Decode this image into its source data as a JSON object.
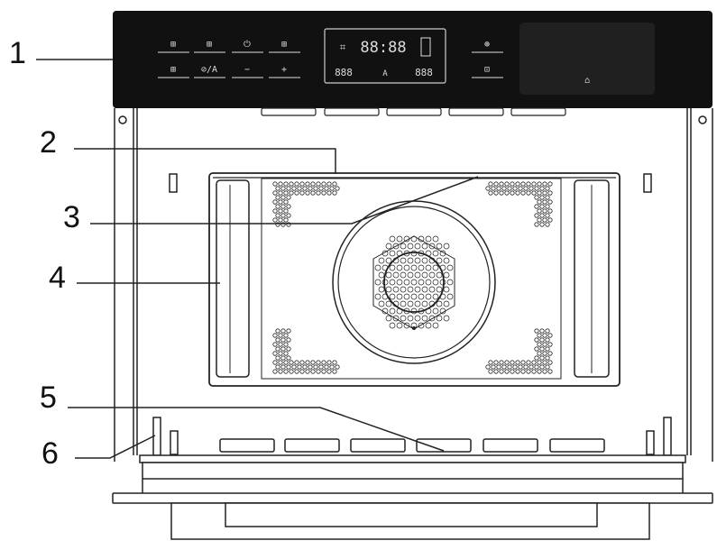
{
  "callouts": [
    "1",
    "2",
    "3",
    "4",
    "5",
    "6"
  ],
  "panel": {
    "buttons_top": [
      "⊞",
      "⊞",
      "⏻",
      "⊞"
    ],
    "buttons_bottom": [
      "⊞",
      "⊘/A",
      "−",
      "+"
    ],
    "display_main": "88:88",
    "display_left": "888",
    "display_right": "888",
    "display_mid": "A",
    "right_buttons": [
      "⊛",
      "⊡"
    ]
  },
  "colors": {
    "panel": "#111111",
    "line": "#1a1a1a",
    "display_border": "#cccccc"
  }
}
